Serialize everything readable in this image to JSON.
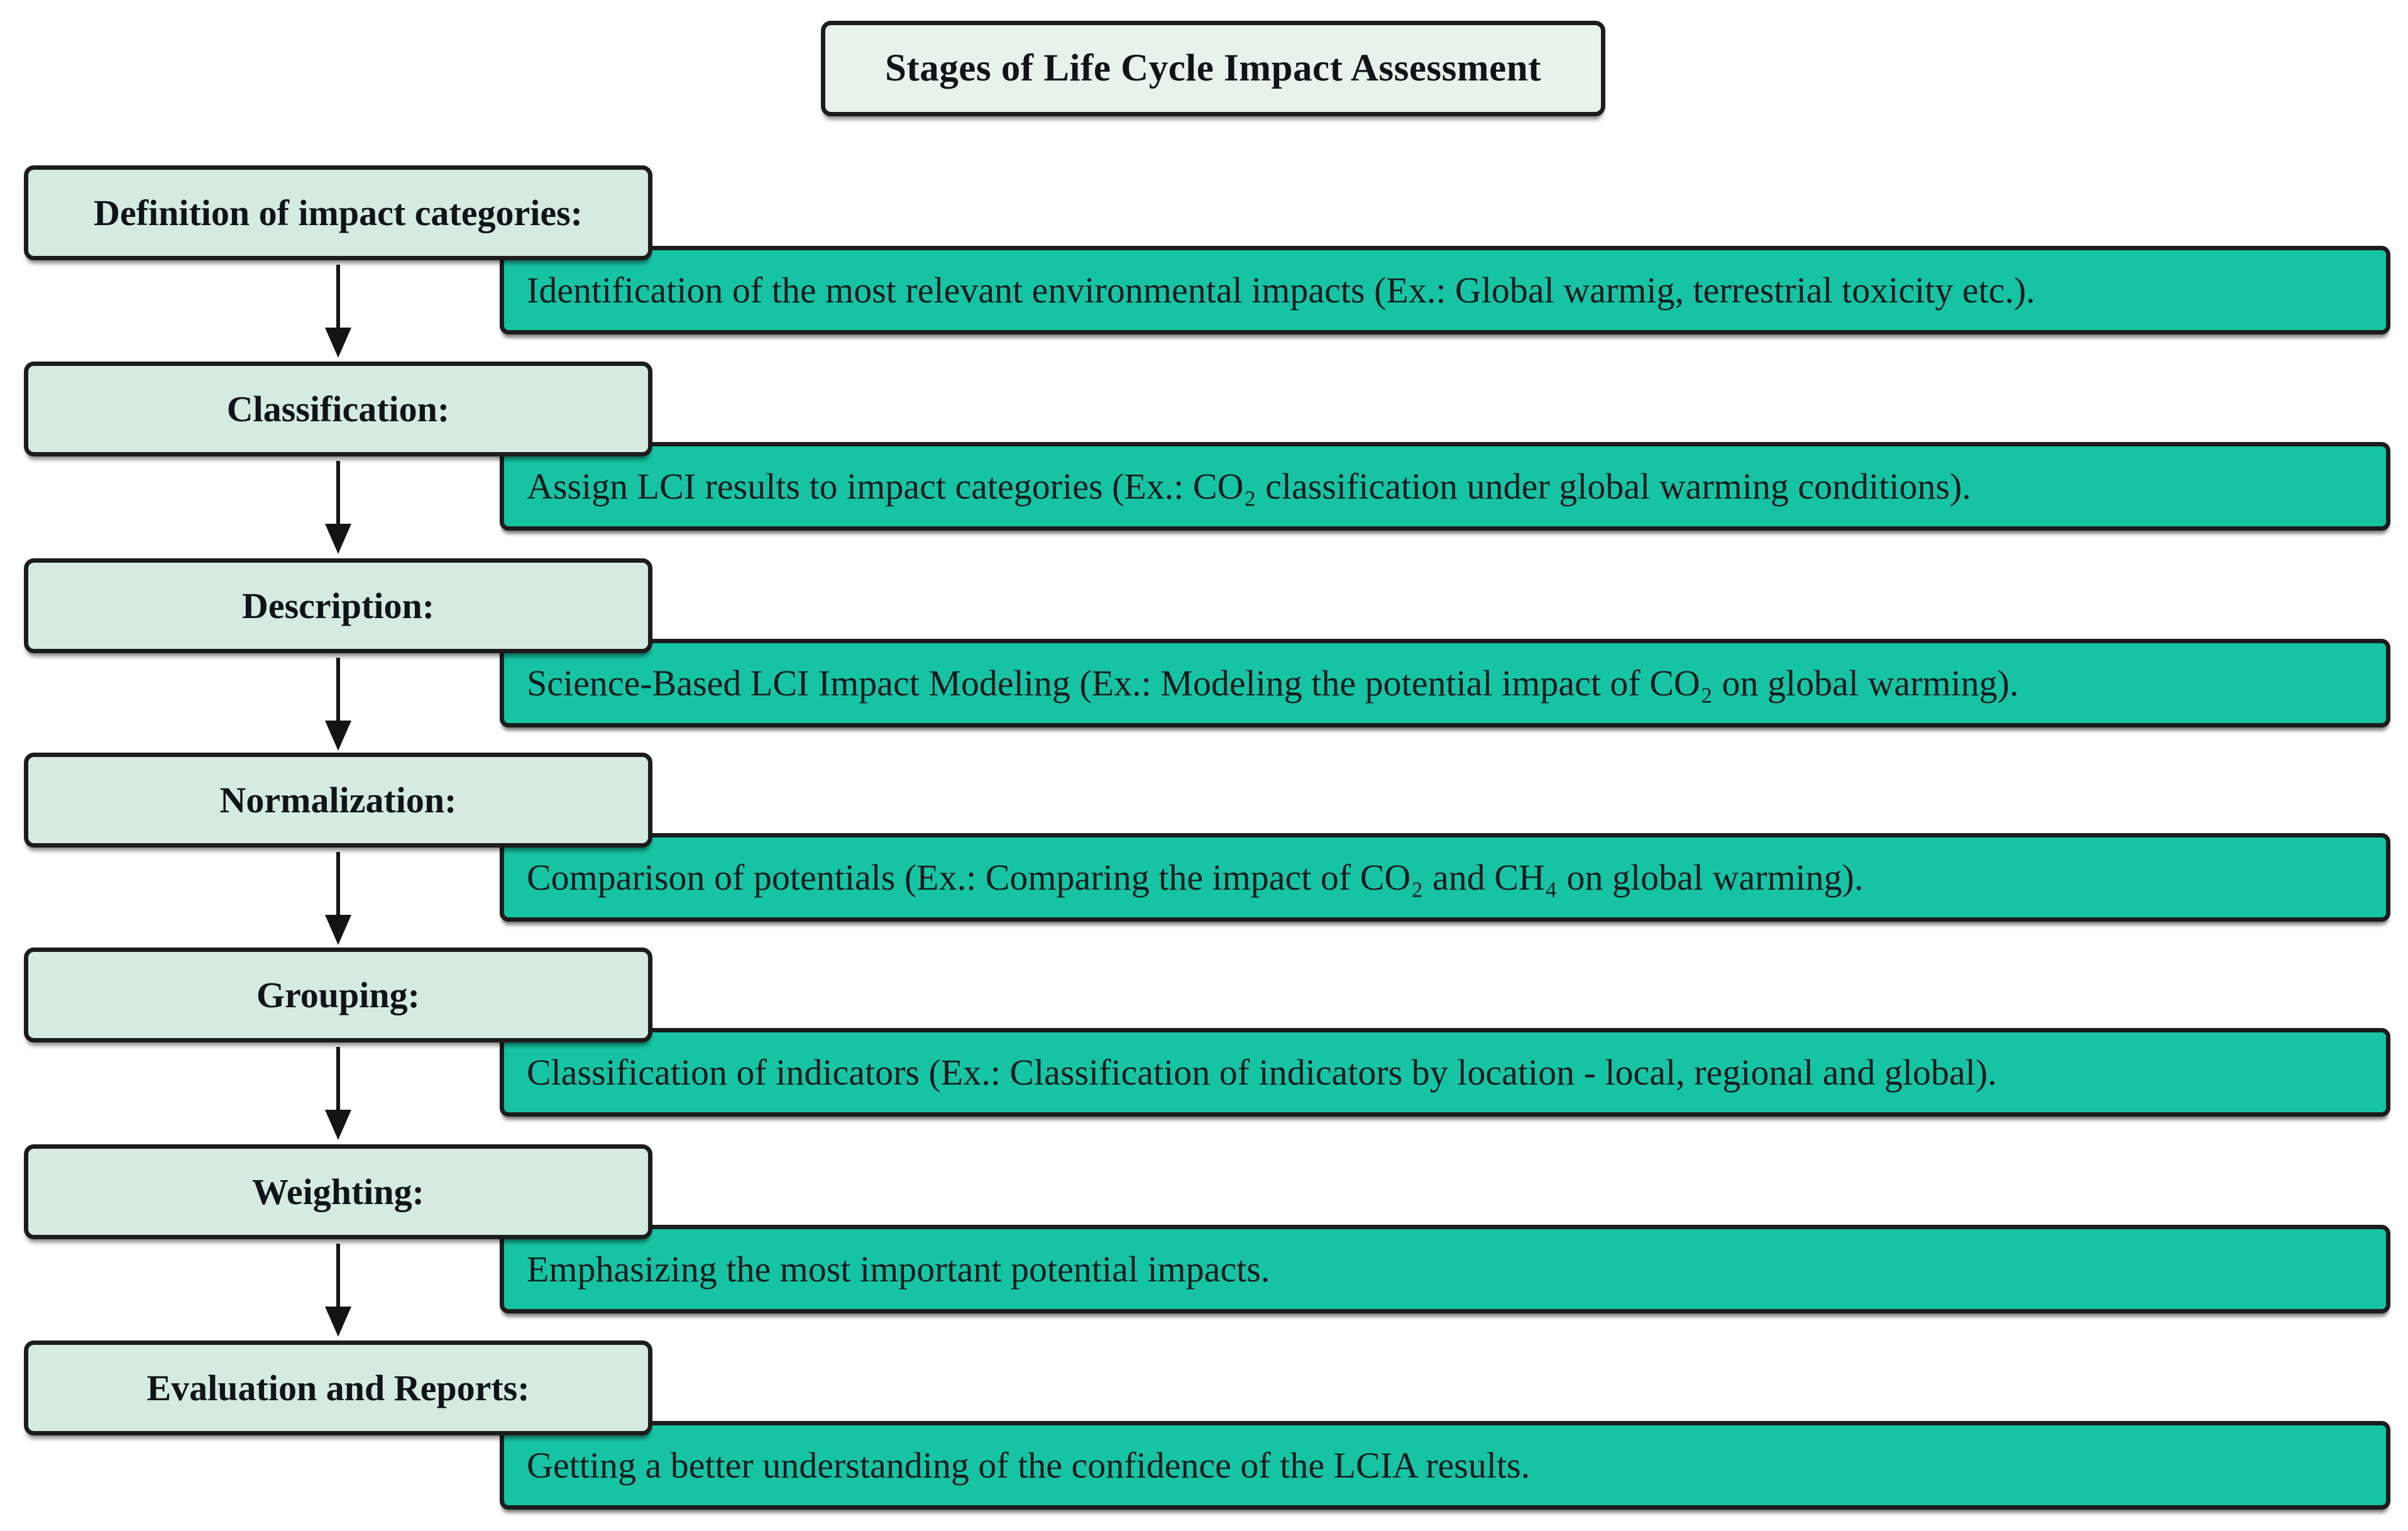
{
  "title": {
    "text": "Stages of Life Cycle Impact Assessment"
  },
  "colors": {
    "teal": "#16c4a3",
    "mint": "#d5eae0",
    "title_bg": "#e8f2ec",
    "border": "#1c1c1c"
  },
  "stages": [
    {
      "label": "Definition of impact categories:",
      "description": "Identification of the most relevant environmental impacts (Ex.: Global warmig, terrestrial toxicity etc.)."
    },
    {
      "label": "Classification:",
      "description": "Assign LCI results to impact categories (Ex.: CO₂ classification under global warming conditions)."
    },
    {
      "label": "Description:",
      "description": "Science-Based LCI Impact Modeling (Ex.: Modeling the potential impact of CO₂ on global warming)."
    },
    {
      "label": "Normalization:",
      "description": "Comparison of potentials (Ex.: Comparing the impact of CO₂ and CH₄ on global warming)."
    },
    {
      "label": "Grouping:",
      "description": "Classification of indicators (Ex.: Classification of indicators by location - local, regional and global)."
    },
    {
      "label": "Weighting:",
      "description": "Emphasizing the most important potential impacts."
    },
    {
      "label": "Evaluation and Reports:",
      "description": "Getting a better understanding of the confidence of the LCIA results."
    }
  ]
}
